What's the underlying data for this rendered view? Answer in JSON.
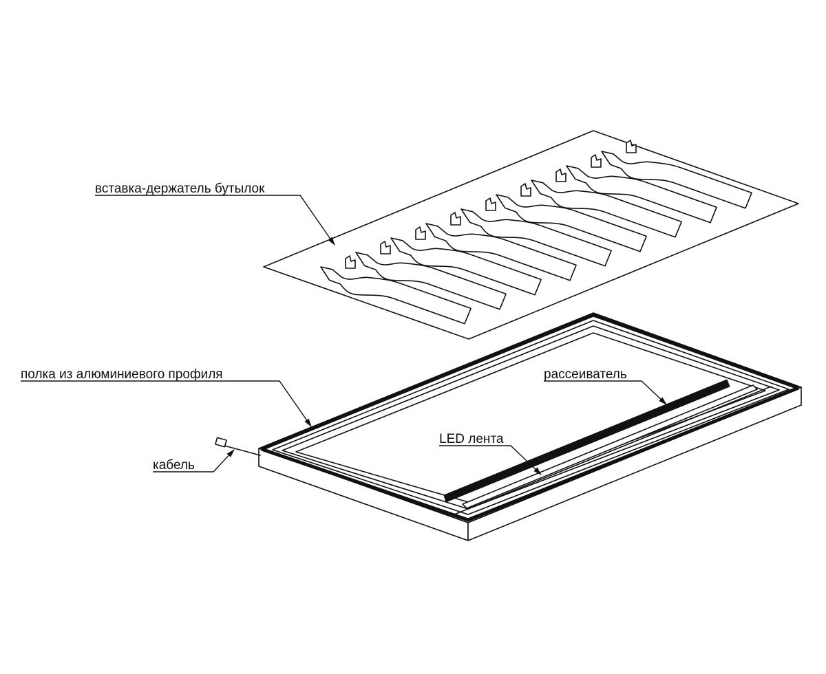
{
  "labels": {
    "insert": "вставка-держатель бутылок",
    "shelf": "полка из алюминиевого профиля",
    "diffuser": "рассеиватель",
    "led": "LED лента",
    "cable": "кабель"
  },
  "bottle_slots": 9
}
